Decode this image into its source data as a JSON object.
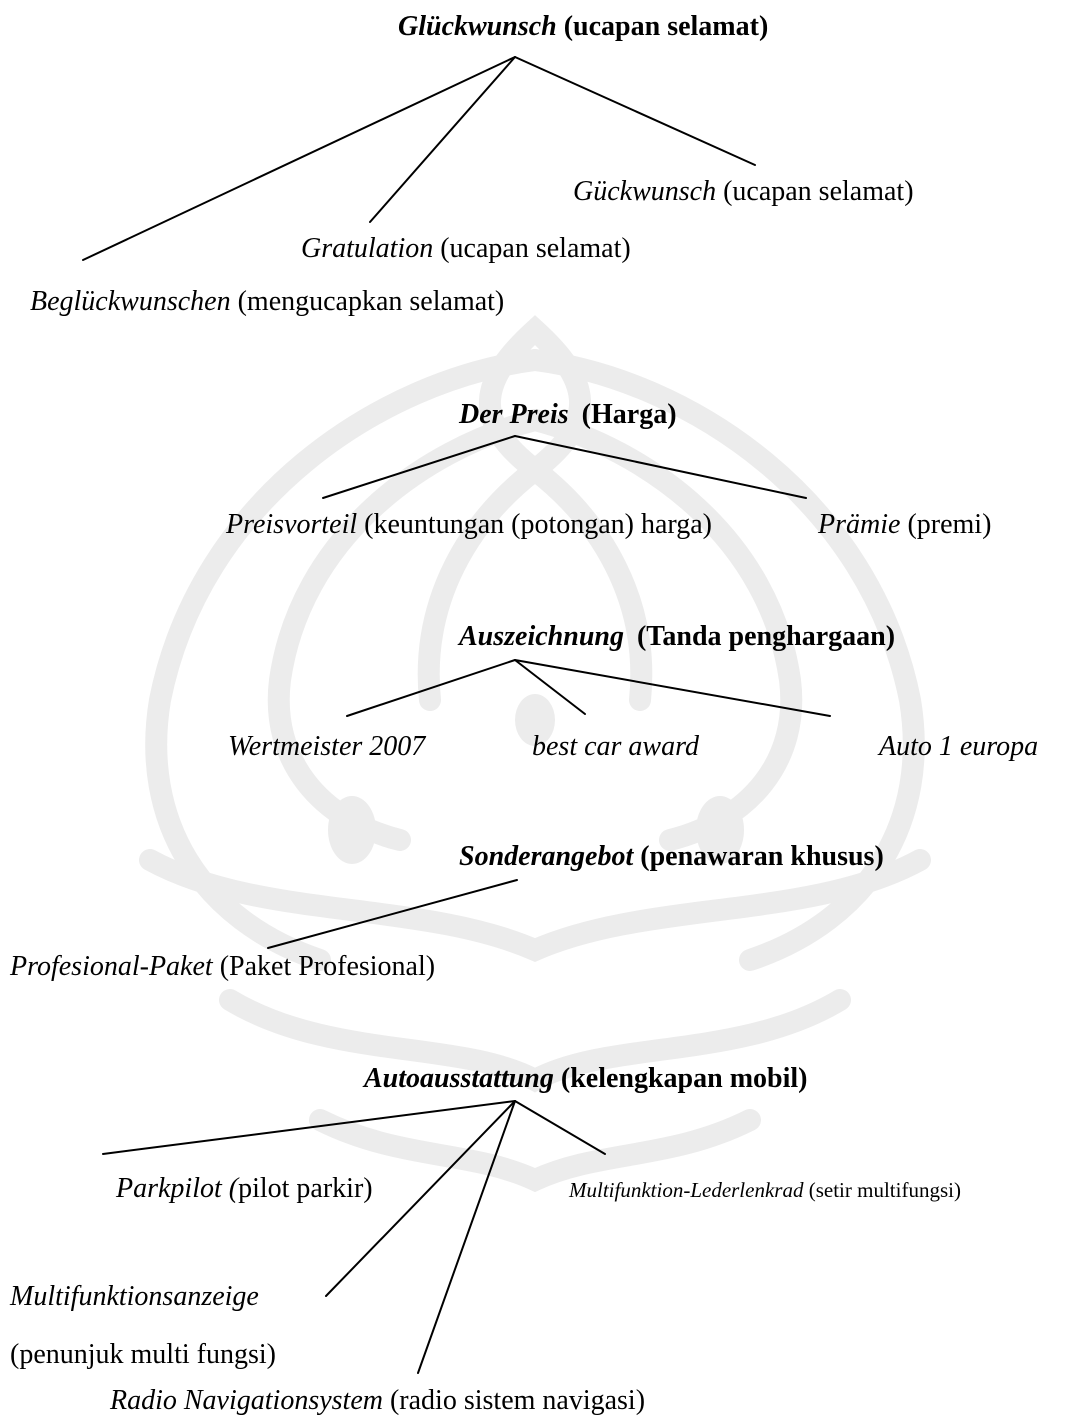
{
  "trees": [
    {
      "root": {
        "term": "Glückwunsch",
        "gloss": "(ucapan selamat)"
      },
      "children": [
        {
          "term": "Gückwunsch",
          "gloss": "(ucapan selamat)"
        },
        {
          "term": "Gratulation",
          "gloss": "(ucapan selamat)"
        },
        {
          "term": "Beglückwunschen",
          "gloss": "(mengucapkan selamat)"
        }
      ]
    },
    {
      "root": {
        "term": "Der Preis",
        "gloss": "(Harga)"
      },
      "children": [
        {
          "term": "Preisvorteil",
          "gloss": "(keuntungan (potongan) harga)"
        },
        {
          "term": "Prämie",
          "gloss": "(premi)"
        }
      ]
    },
    {
      "root": {
        "term": "Auszeichnung",
        "gloss": "(Tanda penghargaan)"
      },
      "children": [
        {
          "term": "Wertmeister 2007"
        },
        {
          "term": "best car award"
        },
        {
          "term": "Auto 1 europa"
        }
      ]
    },
    {
      "root": {
        "term": "Sonderangebot",
        "gloss": "(penawaran khusus)"
      },
      "children": [
        {
          "term": "Profesional-Paket",
          "gloss": "(Paket Profesional)"
        }
      ]
    },
    {
      "root": {
        "term": "Autoausstattung",
        "gloss": "(kelengkapan mobil)"
      },
      "children": [
        {
          "term": "Parkpilot",
          "paren": "(",
          "gloss": "pilot parkir)"
        },
        {
          "term": "Multifunktion-Lederlenkrad",
          "gloss": "(setir multifungsi)"
        },
        {
          "term": "Multifunktionsanzeige",
          "gloss": "(penunjuk multi fungsi)"
        },
        {
          "term": "Radio Navigationsystem",
          "gloss": "(radio sistem navigasi)"
        }
      ]
    }
  ],
  "colors": {
    "text": "#000000",
    "line": "#000000",
    "watermark": "#ececec"
  }
}
